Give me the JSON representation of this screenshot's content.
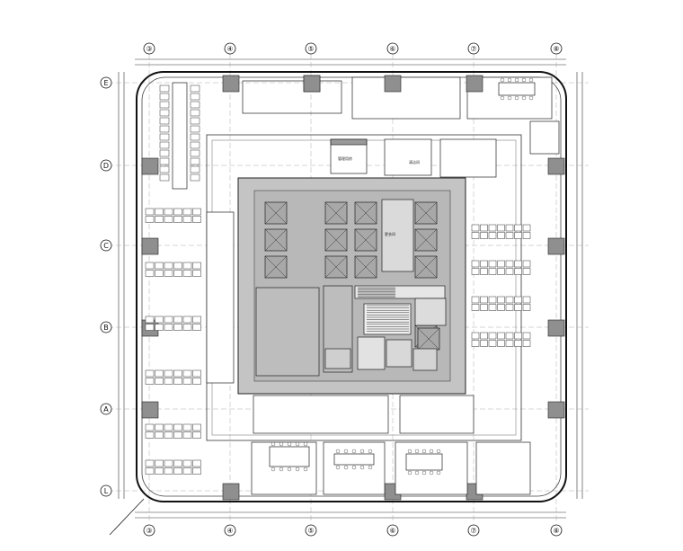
{
  "grid": {
    "columns": [
      "③",
      "④",
      "⑤",
      "⑥",
      "⑦",
      "⑧"
    ],
    "rows": [
      "E",
      "D",
      "C",
      "B",
      "A",
      "L"
    ]
  },
  "room_labels": [
    "管理用房",
    "清洁间",
    "更衣间"
  ]
}
